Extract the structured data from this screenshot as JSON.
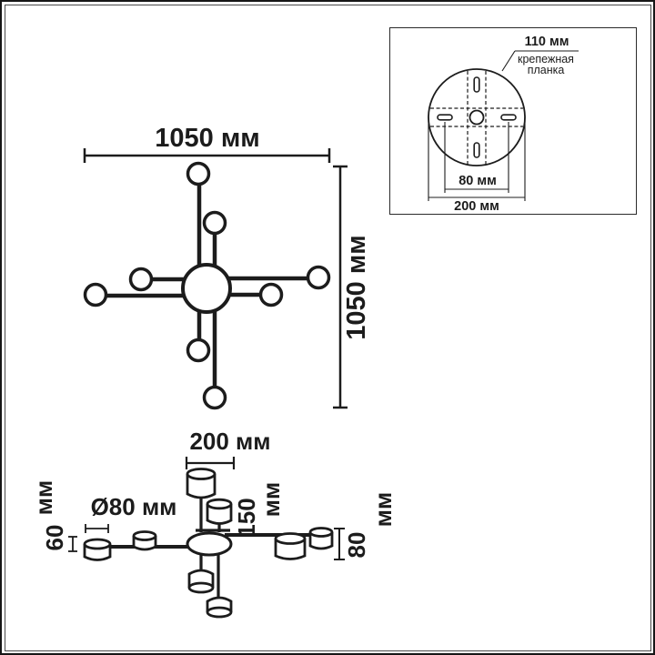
{
  "drawing": {
    "top_view": {
      "width": "1050 мм",
      "height": "1050 мм"
    },
    "side_view": {
      "top_shade_spacing": "200 мм",
      "shade_diameter": "Ø80 мм",
      "left_height": {
        "value": "60",
        "unit": "мм"
      },
      "center_height": {
        "value": "150",
        "unit": "мм"
      },
      "right_height": {
        "value": "80",
        "unit": "мм"
      }
    },
    "mount_inset": {
      "plate_width": "110 мм",
      "plate_name_line1": "крепежная",
      "plate_name_line2": "планка",
      "slot_spacing": "80 мм",
      "canopy_diameter": "200 мм"
    }
  },
  "colors": {
    "ink": "#1c1c1c",
    "background": "#ffffff",
    "frame_outer": "#161616",
    "frame_inner": "#4a4a4a"
  }
}
